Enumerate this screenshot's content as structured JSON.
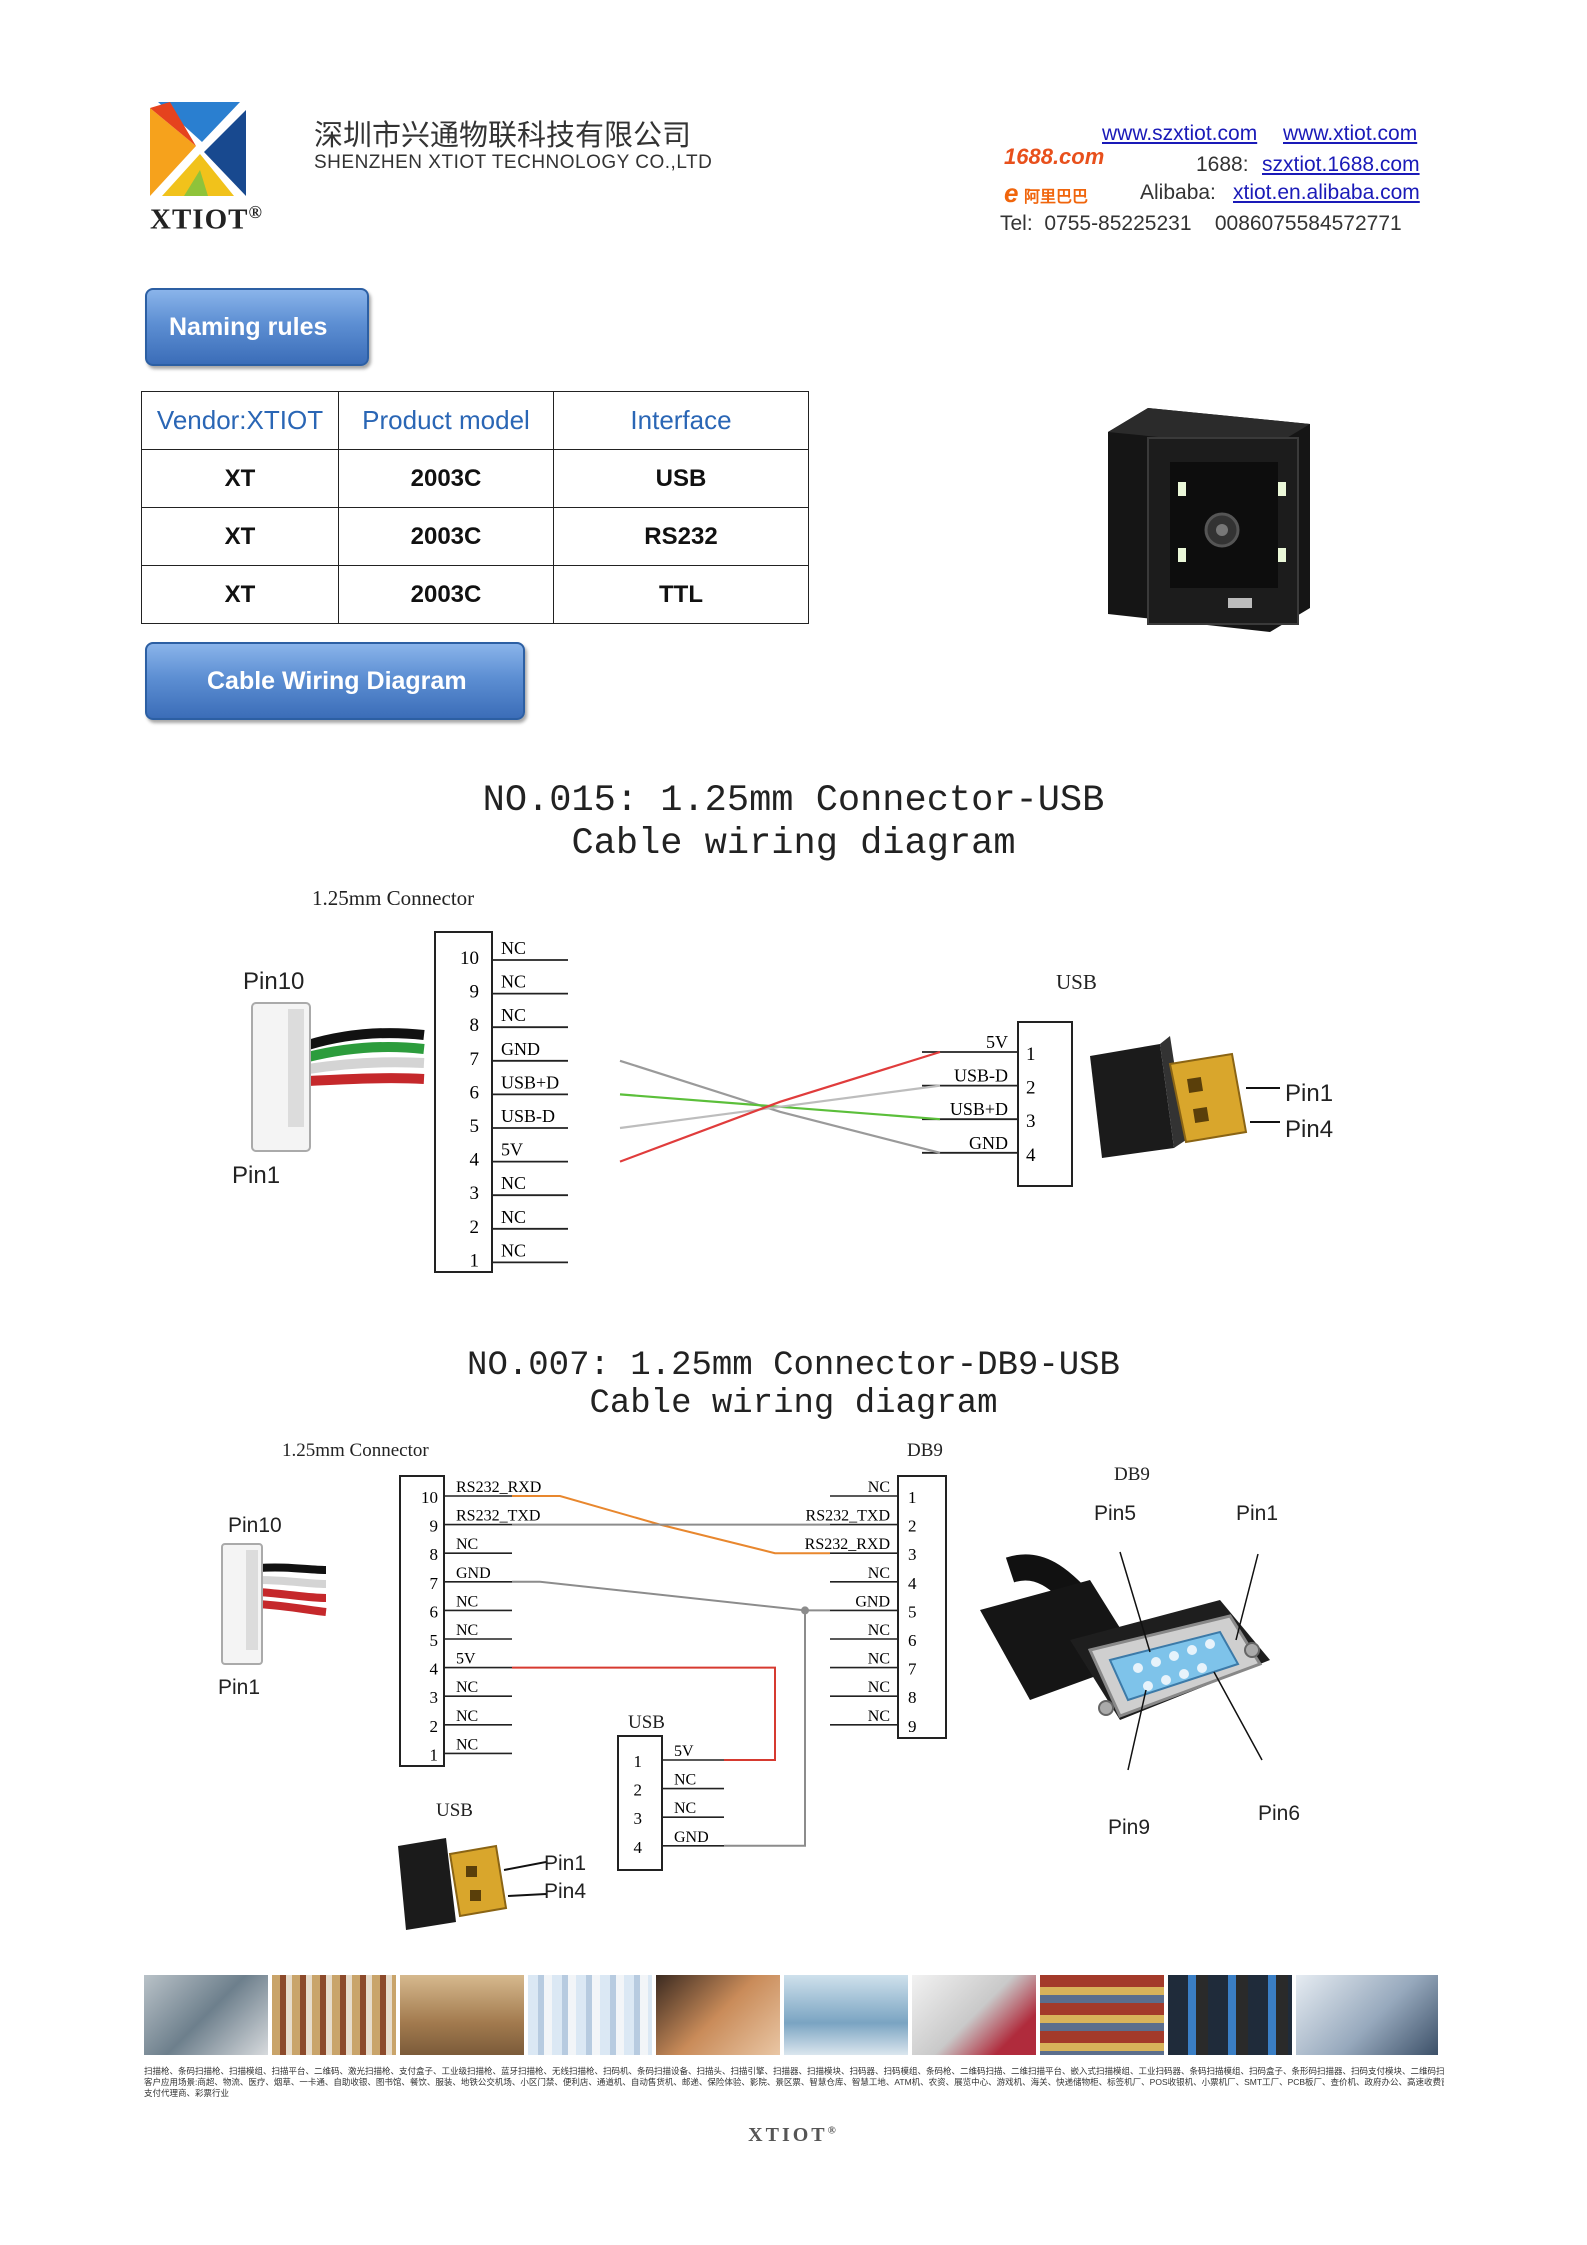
{
  "header": {
    "brand": "XTIOT",
    "reg_mark": "®",
    "company_cn": "深圳市兴通物联科技有限公司",
    "company_en": "SHENZHEN XTIOT TECHNOLOGY CO.,LTD",
    "link1": "www.szxtiot.com",
    "link2": "www.xtiot.com",
    "label_1688": "1688:",
    "link_1688": "szxtiot.1688.com",
    "label_alibaba": "Alibaba:",
    "link_alibaba": "xtiot.en.alibaba.com",
    "tel": "Tel:  0755-85225231    0086075584572771",
    "logo_1688": "1688.com",
    "logo_ali": "阿里巴巴"
  },
  "naming": {
    "button": "Naming rules",
    "columns": [
      "Vendor:XTIOT",
      "Product model",
      "Interface"
    ],
    "rows": [
      [
        "XT",
        "2003C",
        "USB"
      ],
      [
        "XT",
        "2003C",
        "RS232"
      ],
      [
        "XT",
        "2003C",
        "TTL"
      ]
    ]
  },
  "cable": {
    "button": "Cable Wiring Diagram"
  },
  "diagram1": {
    "title_line1": "NO.015: 1.25mm Connector-USB",
    "title_line2": "Cable wiring diagram",
    "connector_label": "1.25mm Connector",
    "pin10": "Pin10",
    "pin1": "Pin1",
    "usb_label": "USB",
    "usb_pin1": "Pin1",
    "usb_pin4": "Pin4",
    "left_pins": [
      {
        "n": "10",
        "s": "NC"
      },
      {
        "n": "9",
        "s": "NC"
      },
      {
        "n": "8",
        "s": "NC"
      },
      {
        "n": "7",
        "s": "GND"
      },
      {
        "n": "6",
        "s": "USB+D"
      },
      {
        "n": "5",
        "s": "USB-D"
      },
      {
        "n": "4",
        "s": "5V"
      },
      {
        "n": "3",
        "s": "NC"
      },
      {
        "n": "2",
        "s": "NC"
      },
      {
        "n": "1",
        "s": "NC"
      }
    ],
    "right_pins": [
      {
        "n": "1",
        "s": "5V"
      },
      {
        "n": "2",
        "s": "USB-D"
      },
      {
        "n": "3",
        "s": "USB+D"
      },
      {
        "n": "4",
        "s": "GND"
      }
    ],
    "wire_colors": {
      "gnd": "#9a9a9a",
      "dplus": "#5bbf3a",
      "dminus": "#bdbdbd",
      "vcc": "#e03c3c"
    }
  },
  "diagram2": {
    "title_line1": "NO.007: 1.25mm Connector-DB9-USB",
    "title_line2": "Cable wiring diagram",
    "connector_label": "1.25mm Connector",
    "db9_label": "DB9",
    "db9_photo_label": "DB9",
    "pin10": "Pin10",
    "pin1": "Pin1",
    "usb_label": "USB",
    "usb_photo_label": "USB",
    "usb_pin1": "Pin1",
    "usb_pin4": "Pin4",
    "db9_pin5": "Pin5",
    "db9_pin1": "Pin1",
    "db9_pin9": "Pin9",
    "db9_pin6": "Pin6",
    "left_pins": [
      {
        "n": "10",
        "s": "RS232_RXD"
      },
      {
        "n": "9",
        "s": "RS232_TXD"
      },
      {
        "n": "8",
        "s": "NC"
      },
      {
        "n": "7",
        "s": "GND"
      },
      {
        "n": "6",
        "s": "NC"
      },
      {
        "n": "5",
        "s": "NC"
      },
      {
        "n": "4",
        "s": "5V"
      },
      {
        "n": "3",
        "s": "NC"
      },
      {
        "n": "2",
        "s": "NC"
      },
      {
        "n": "1",
        "s": "NC"
      }
    ],
    "db9_pins": [
      {
        "n": "1",
        "s": "NC"
      },
      {
        "n": "2",
        "s": "RS232_TXD"
      },
      {
        "n": "3",
        "s": "RS232_RXD"
      },
      {
        "n": "4",
        "s": "NC"
      },
      {
        "n": "5",
        "s": "GND"
      },
      {
        "n": "6",
        "s": "NC"
      },
      {
        "n": "7",
        "s": "NC"
      },
      {
        "n": "8",
        "s": "NC"
      },
      {
        "n": "9",
        "s": "NC"
      }
    ],
    "usb_pins": [
      {
        "n": "1",
        "s": "5V"
      },
      {
        "n": "2",
        "s": "NC"
      },
      {
        "n": "3",
        "s": "NC"
      },
      {
        "n": "4",
        "s": "GND"
      }
    ]
  },
  "footer": {
    "scenes_line1": "扫描枪、条码扫描枪、扫描模组、扫描平台、二维码、激光扫描枪、支付盒子、工业级扫描枪、蓝牙扫描枪、无线扫描枪、扫码机、条码扫描设备、扫描头、扫描引擎、扫描器、扫描模块、扫码器、扫码模组、条码枪、二维码扫描、二维扫描平台、嵌入式扫描模组、工业扫码器、条码扫描模组、扫码盒子、条形码扫描器、扫码支付模块、二维码扫描模块、扫码器",
    "scenes_line2": "客户应用场景:商超、物流、医疗、烟草、一卡通、自助收银、图书馆、餐饮、服装、地铁公交机场、小区门禁、便利店、通道机、自动售货机、邮递、保险体验、影院、景区票、智慧仓库、智慧工地、ATM机、农资、展览中心、游戏机、海关、快递储物柜、标签机厂、POS收银机、小票机厂、SMT工厂、PCB板厂、查价机、政府办公、高速收费窗、停车场、支付公网、",
    "scenes_line3": "支付代理商、彩票行业",
    "brand": "XTIOT",
    "reg_mark": "®"
  }
}
